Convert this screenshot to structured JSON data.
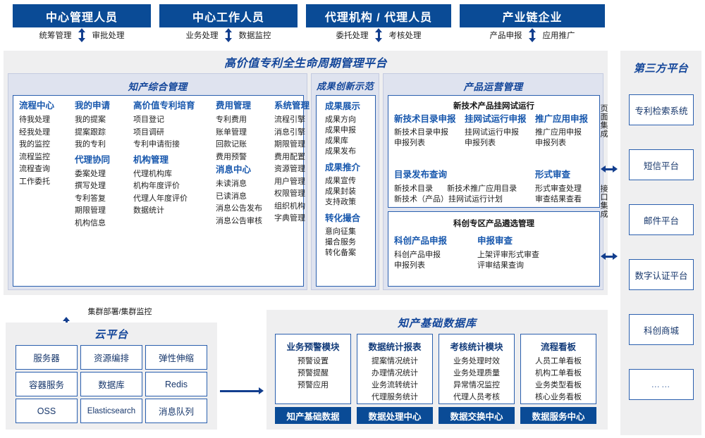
{
  "actors": [
    {
      "title": "中心管理人员",
      "left_label": "统筹管理",
      "right_label": "审批处理"
    },
    {
      "title": "中心工作人员",
      "left_label": "业务处理",
      "right_label": "数据监控"
    },
    {
      "title": "代理机构 / 代理人员",
      "left_label": "委托处理",
      "right_label": "考核处理"
    },
    {
      "title": "产业链企业",
      "left_label": "产品申报",
      "right_label": "应用推广"
    }
  ],
  "platform": {
    "title": "高价值专利全生命周期管理平台",
    "groups": {
      "ip_mgmt": {
        "title": "知产综合管理",
        "columns": [
          {
            "sections": [
              {
                "head": "流程中心",
                "items": [
                  "待我处理",
                  "经我处理",
                  "我的监控",
                  "流程监控",
                  "流程查询",
                  "工作委托"
                ]
              }
            ]
          },
          {
            "sections": [
              {
                "head": "我的申请",
                "items": [
                  "我的提案",
                  "提案跟踪",
                  "我的专利"
                ]
              },
              {
                "head": "代理协同",
                "items": [
                  "委案处理",
                  "撰写处理",
                  "专利答复",
                  "期限管理",
                  "机构信息"
                ]
              }
            ]
          },
          {
            "sections": [
              {
                "head": "高价值专利培育",
                "items": [
                  "项目登记",
                  "项目调研",
                  "专利申请衔接"
                ]
              },
              {
                "head": "机构管理",
                "items": [
                  "代理机构库",
                  "机构年度评价",
                  "代理人年度评价",
                  "数据统计"
                ]
              }
            ]
          },
          {
            "sections": [
              {
                "head": "费用管理",
                "items": [
                  "专利费用",
                  "账单管理",
                  "回款记账",
                  "费用预警"
                ]
              },
              {
                "head": "消息中心",
                "items": [
                  "未读消息",
                  "已读消息",
                  "消息公告发布",
                  "消息公告审核"
                ]
              }
            ]
          },
          {
            "sections": [
              {
                "head": "系统管理",
                "items": [
                  "流程引擎",
                  "消息引擎",
                  "期限管理",
                  "费用配置",
                  "资源管理",
                  "用户管理",
                  "权限管理",
                  "组织机构",
                  "字典管理"
                ]
              }
            ]
          }
        ]
      },
      "achievement": {
        "title": "成果创新示范",
        "sections": [
          {
            "head": "成果展示",
            "items": [
              "成果方向",
              "成果申报",
              "成果库",
              "成果发布"
            ]
          },
          {
            "head": "成果推介",
            "items": [
              "成果宣传",
              "成果封装",
              "支持政策"
            ]
          },
          {
            "head": "转化撮合",
            "items": [
              "意向征集",
              "撮合服务",
              "转化备案"
            ]
          }
        ]
      },
      "product_ops": {
        "title": "产品运营管理",
        "cards": [
          {
            "head": "新技术产品挂网试运行",
            "row1": [
              {
                "head": "新技术目录申报",
                "items": [
                  "新技术目录申报",
                  "申报列表"
                ]
              },
              {
                "head": "挂网试运行申报",
                "items": [
                  "挂网试运行申报",
                  "申报列表"
                ]
              },
              {
                "head": "推广应用申报",
                "items": [
                  "推广应用申报",
                  "申报列表"
                ]
              }
            ],
            "row2_left": {
              "head": "目录发布查询",
              "line1": [
                "新技术目录",
                "新技术推广应用目录"
              ],
              "line2": [
                "新技术（产品）挂网试运行计划"
              ]
            },
            "row2_right": {
              "head": "形式审查",
              "items": [
                "形式审查处理",
                "审查结果查看"
              ]
            }
          },
          {
            "head": "科创专区产品遴选管理",
            "row1": [
              {
                "head": "科创产品申报",
                "items": [
                  "科创产品申报",
                  "申报列表"
                ]
              },
              {
                "head": "申报审查",
                "items": [
                  "上架评审形式审查",
                  "评审结果查询"
                ]
              }
            ]
          }
        ]
      }
    },
    "integration": {
      "page": "页面集成",
      "api": "接口集成"
    }
  },
  "third_party": {
    "title": "第三方平台",
    "items": [
      "专利检索系统",
      "短信平台",
      "邮件平台",
      "数字认证平台",
      "科创商城",
      "……"
    ]
  },
  "cloud": {
    "cluster_label": "集群部署/集群监控",
    "title": "云平台",
    "cells": [
      "服务器",
      "资源编排",
      "弹性伸缩",
      "容器服务",
      "数据库",
      "Redis",
      "OSS",
      "Elasticsearch",
      "消息队列"
    ]
  },
  "database": {
    "title": "知产基础数据库",
    "cards": [
      {
        "head": "业务预警模块",
        "items": [
          "预警设置",
          "预警提醒",
          "预警应用"
        ],
        "footer": "知产基础数据"
      },
      {
        "head": "数据统计报表",
        "items": [
          "提案情况统计",
          "办理情况统计",
          "业务流转统计",
          "代理服务统计"
        ],
        "footer": "数据处理中心"
      },
      {
        "head": "考核统计模块",
        "items": [
          "业务处理时效",
          "业务处理质量",
          "异常情况监控",
          "代理人员考核"
        ],
        "footer": "数据交换中心"
      },
      {
        "head": "流程看板",
        "items": [
          "人员工单看板",
          "机构工单看板",
          "业务类型看板",
          "核心业务看板"
        ],
        "footer": "数据服务中心"
      }
    ]
  },
  "colors": {
    "brand_blue": "#0a4b96",
    "accent_blue": "#13469a",
    "panel_blue": "#dfe3ef",
    "shell_gray": "#efeff0",
    "card_border": "#2a5fae"
  }
}
